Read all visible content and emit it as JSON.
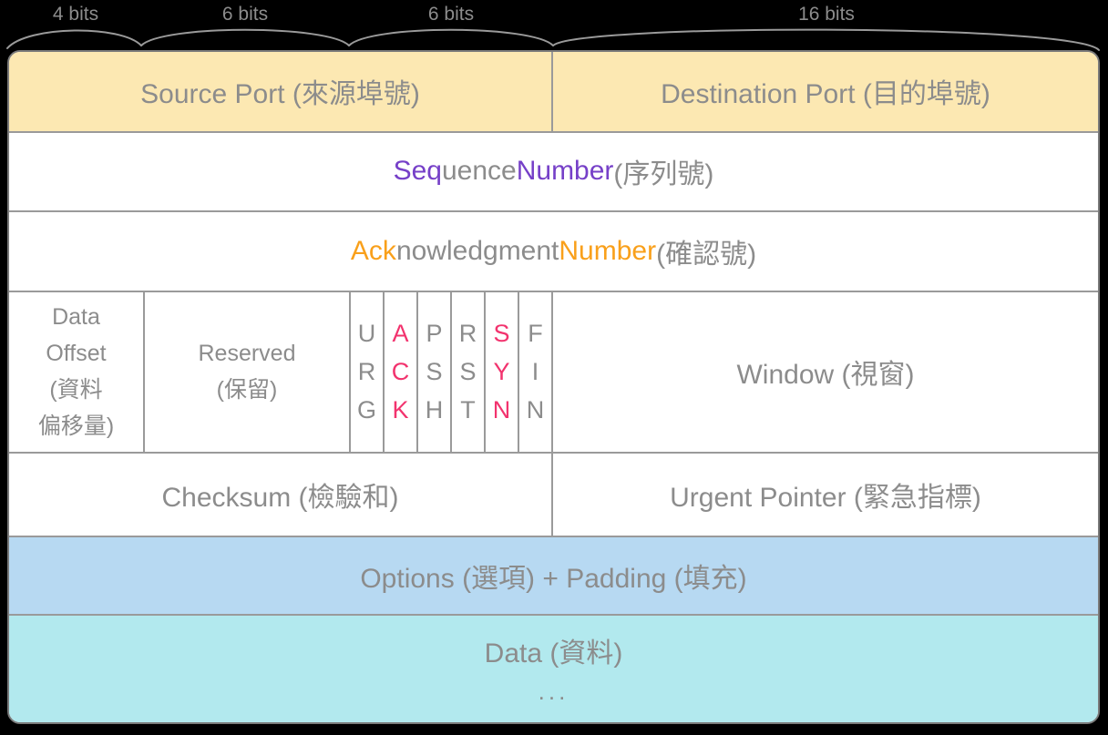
{
  "title": "TCP header structure diagram",
  "colors": {
    "background": "#000000",
    "port_row_bg": "#FCE8B2",
    "options_row_bg": "#B7D9F2",
    "data_row_bg": "#B2E9EE",
    "text_gray": "#8C8C8C",
    "sequence_accent": "#7640C8",
    "acknowledgment_accent": "#F9A01B",
    "flag_accent": "#F2336E",
    "border": "#9A9A9A"
  },
  "bit_labels": [
    "4 bits",
    "6 bits",
    "6 bits",
    "16 bits"
  ],
  "fields": {
    "source_port": "Source Port (來源埠號)",
    "destination_port": "Destination Port (目的埠號)",
    "sequence": {
      "segments": [
        {
          "text": "Seq"
        },
        {
          "text": "uence "
        },
        {
          "text": "Number"
        },
        {
          "text": " (序列號)"
        }
      ]
    },
    "acknowledgment": {
      "segments": [
        {
          "text": "Ack"
        },
        {
          "text": "nowledgment "
        },
        {
          "text": "Number"
        },
        {
          "text": " (確認號)"
        }
      ]
    },
    "data_offset": "Data\nOffset\n(資料\n偏移量)",
    "reserved": "Reserved\n(保留)",
    "flags": [
      {
        "word": "URG",
        "highlighted": false
      },
      {
        "word": "ACK",
        "highlighted": true
      },
      {
        "word": "PSH",
        "highlighted": false
      },
      {
        "word": "RST",
        "highlighted": false
      },
      {
        "word": "SYN",
        "highlighted": true
      },
      {
        "word": "FIN",
        "highlighted": false
      }
    ],
    "window": "Window (視窗)",
    "checksum": "Checksum (檢驗和)",
    "urgent_pointer": "Urgent Pointer (緊急指標)",
    "options_padding": "Options (選項) + Padding (填充)",
    "data": "Data (資料)",
    "ellipsis": "..."
  }
}
